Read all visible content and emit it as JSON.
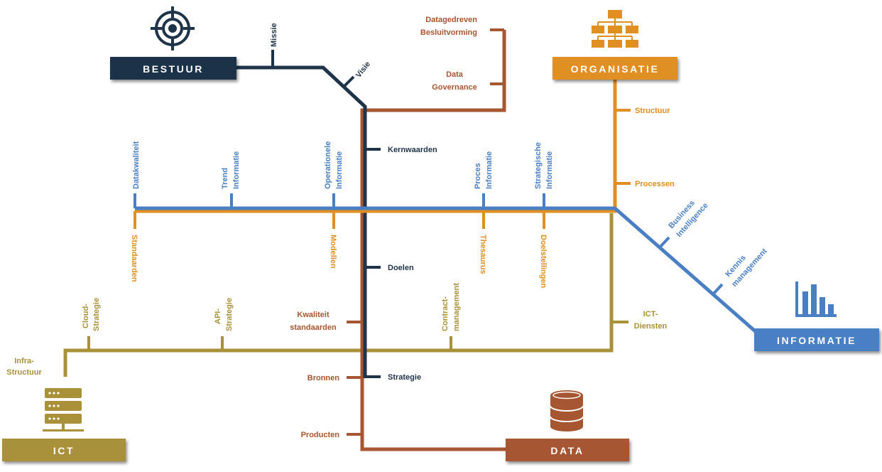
{
  "colors": {
    "bestuur": "#1f3349",
    "organisatie": "#e08f22",
    "informatie": "#4a7fc4",
    "ict": "#a9913a",
    "data": "#a65631"
  },
  "boxes": {
    "bestuur": "BESTUUR",
    "organisatie": "ORGANISATIE",
    "informatie": "INFORMATIE",
    "ict": "ICT",
    "data": "DATA"
  },
  "icons": {
    "bestuur": "target-icon",
    "organisatie": "org-chart-icon",
    "informatie": "bar-chart-icon",
    "ict": "server-icon",
    "data": "database-icon"
  },
  "labels": {
    "missie": "Missie",
    "visie": "Visie",
    "kernwaarden": "Kernwaarden",
    "doelen": "Doelen",
    "strategie": "Strategie",
    "datagedreven_1": "Datagedreven",
    "datagedreven_2": "Besluitvorming",
    "governance_1": "Data",
    "governance_2": "Governance",
    "kwaliteit_1": "Kwaliteit",
    "kwaliteit_2": "standaarden",
    "bronnen": "Bronnen",
    "producten": "Producten",
    "structuur": "Structuur",
    "processen": "Processen",
    "standaarden": "Standaarden",
    "modellen": "Modellen",
    "thesaurus": "Thesaurus",
    "doelstellingen": "Doelstellingen",
    "datakwaliteit": "Datakwaliteit",
    "trend_1": "Trend",
    "trend_2": "Informatie",
    "operationele_1": "Operationele",
    "operationele_2": "Informatie",
    "proces_1": "Proces",
    "proces_2": "Informatie",
    "strategische_1": "Strategische",
    "strategische_2": "Informatie",
    "bi_1": "Business",
    "bi_2": "Intelligence",
    "kennis_1": "Kennis",
    "kennis_2": "management",
    "cloud_1": "Cloud-",
    "cloud_2": "Strategie",
    "api_1": "API-",
    "api_2": "Strategie",
    "contract_1": "Contract-",
    "contract_2": "management",
    "ictdiensten_1": "ICT-",
    "ictdiensten_2": "Diensten",
    "infra_1": "Infra-",
    "infra_2": "Structuur"
  }
}
